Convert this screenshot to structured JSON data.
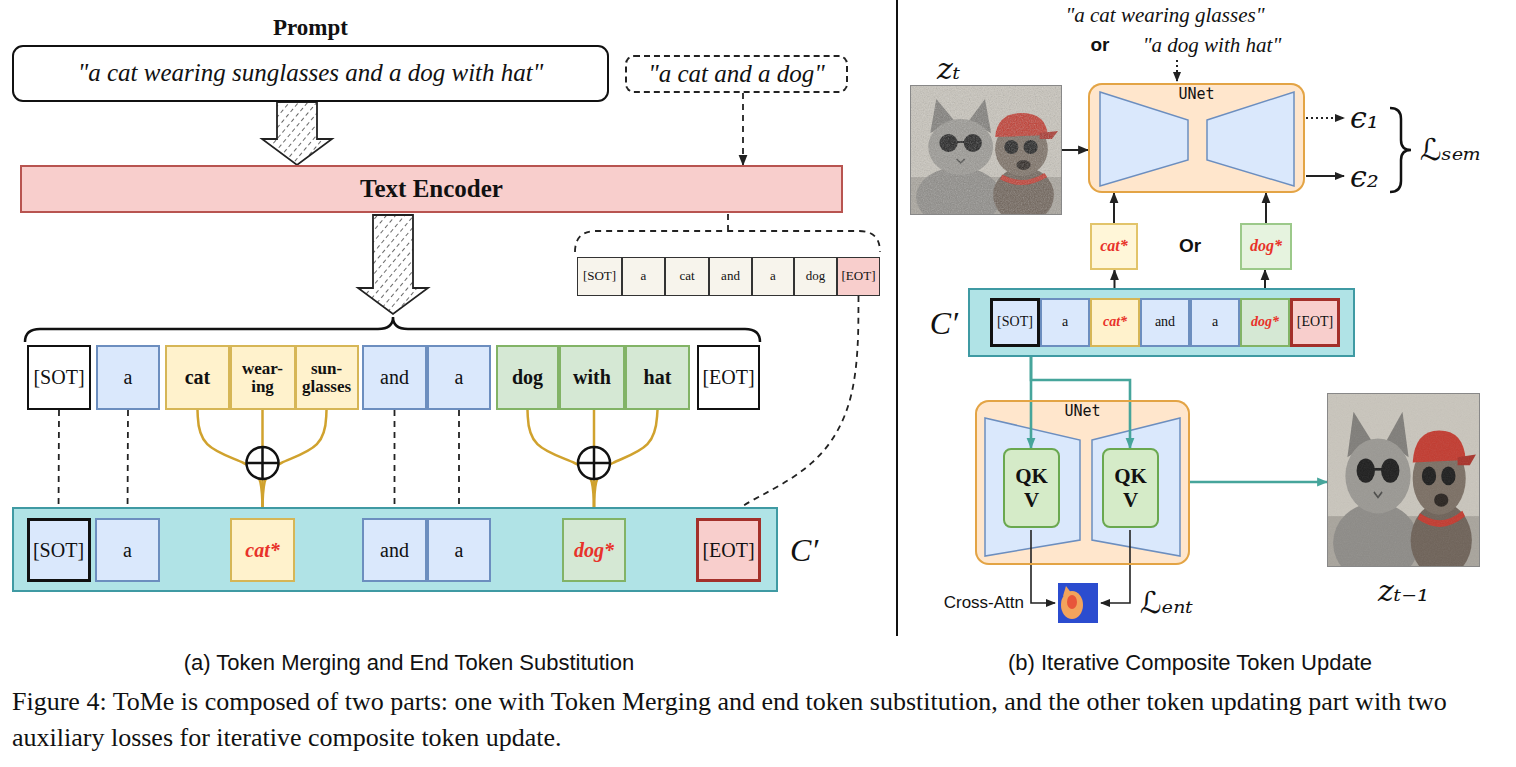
{
  "diagram": {
    "caption": "Figure 4: ToMe is composed of two parts: one with Token Merging and end token substitution, and the other token updating part with two auxiliary losses for iterative composite token update.",
    "nodes": [
      {
        "text": [
          "Prompt",
          "\"a cat wearing sunglasses and a dog with hat\""
        ]
      },
      {
        "text": [
          "\"a cat and a dog\""
        ]
      },
      {
        "text": [
          "Text Encoder"
        ]
      },
      {
        "text": [
          "[SOT]"
        ]
      },
      {
        "text": [
          "a"
        ]
      },
      {
        "text": [
          "cat"
        ]
      },
      {
        "text": [
          "and"
        ]
      },
      {
        "text": [
          "a"
        ]
      },
      {
        "text": [
          "dog"
        ]
      },
      {
        "text": [
          "[EOT]"
        ]
      },
      {
        "text": [
          "[SOT]"
        ]
      },
      {
        "text": [
          "a"
        ]
      },
      {
        "text": [
          "cat"
        ]
      },
      {
        "text": [
          "wear- ing"
        ]
      },
      {
        "text": [
          "sun- glasses"
        ]
      },
      {
        "text": [
          "and"
        ]
      },
      {
        "text": [
          "a"
        ]
      },
      {
        "text": [
          "dog"
        ]
      },
      {
        "text": [
          "with"
        ]
      },
      {
        "text": [
          "hat"
        ]
      },
      {
        "text": [
          "[EOT]"
        ]
      },
      {
        "text": [
          "C′"
        ]
      },
      {
        "text": [
          "[SOT]"
        ],
        "in": 21
      },
      {
        "text": [
          "a"
        ],
        "in": 21
      },
      {
        "text": [
          "cat*"
        ],
        "in": 21
      },
      {
        "text": [
          "and"
        ],
        "in": 21
      },
      {
        "text": [
          "a"
        ],
        "in": 21
      },
      {
        "text": [
          "dog*"
        ],
        "in": 21
      },
      {
        "text": [
          "[EOT]"
        ],
        "in": 21
      },
      {
        "text": [
          "zₜ"
        ]
      },
      {
        "text": [
          "UNet"
        ]
      },
      {
        "text": [
          "cat*"
        ]
      },
      {
        "text": [
          "dog*"
        ]
      },
      {
        "text": [
          "C′"
        ]
      },
      {
        "text": [
          "[SOT]"
        ],
        "in": 33
      },
      {
        "text": [
          "a"
        ],
        "in": 33
      },
      {
        "text": [
          "cat*"
        ],
        "in": 33
      },
      {
        "text": [
          "and"
        ],
        "in": 33
      },
      {
        "text": [
          "a"
        ],
        "in": 33
      },
      {
        "text": [
          "dog*"
        ],
        "in": 33
      },
      {
        "text": [
          "[EOT]"
        ],
        "in": 33
      },
      {
        "text": [
          "UNet"
        ]
      },
      {
        "text": [
          "QK",
          "V"
        ],
        "in": 41
      },
      {
        "text": [
          "QK",
          "V"
        ],
        "in": 41
      },
      {
        "text": [
          "zₜ₋₁"
        ]
      }
    ],
    "edges": [
      {
        "from": 0,
        "to": 2,
        "arrow": "to"
      },
      {
        "from": 1,
        "to": 2,
        "arrow": "to"
      },
      {
        "from": 9,
        "to": 28,
        "arrow": "to"
      },
      {
        "from": 10,
        "to": 22,
        "arrow": "to"
      },
      {
        "from": 11,
        "to": 23,
        "arrow": "to"
      },
      {
        "from": 12,
        "to": 24,
        "arrow": "to"
      },
      {
        "from": 13,
        "to": 24,
        "arrow": "to"
      },
      {
        "from": 14,
        "to": 24,
        "arrow": "to"
      },
      {
        "from": 15,
        "to": 25,
        "arrow": "to"
      },
      {
        "from": 16,
        "to": 26,
        "arrow": "to"
      },
      {
        "from": 17,
        "to": 27,
        "arrow": "to"
      },
      {
        "from": 18,
        "to": 27,
        "arrow": "to"
      },
      {
        "from": 19,
        "to": 27,
        "arrow": "to"
      },
      {
        "from": 29,
        "to": 30,
        "arrow": "to"
      },
      {
        "from": 31,
        "to": 30,
        "arrow": "to"
      },
      {
        "from": 32,
        "to": 30,
        "arrow": "to"
      },
      {
        "from": 36,
        "to": 31,
        "arrow": "both"
      },
      {
        "from": 39,
        "to": 32,
        "arrow": "both"
      },
      {
        "from": 34,
        "to": 42,
        "arrow": "to"
      },
      {
        "from": 34,
        "to": 43,
        "arrow": "to"
      },
      {
        "from": 41,
        "to": 44,
        "arrow": "to"
      }
    ],
    "labels": [
      "(a) Token Merging and End Token Substitution",
      "\"a cat wearing glasses\"",
      "or",
      "\"a dog with hat\"",
      "ϵ₁",
      "ϵ₂",
      "ℒₛₑₘ",
      "Or",
      "Cross-Attn",
      "ℒₑₙₜ",
      "(b) Iterative Composite Token Update"
    ]
  }
}
